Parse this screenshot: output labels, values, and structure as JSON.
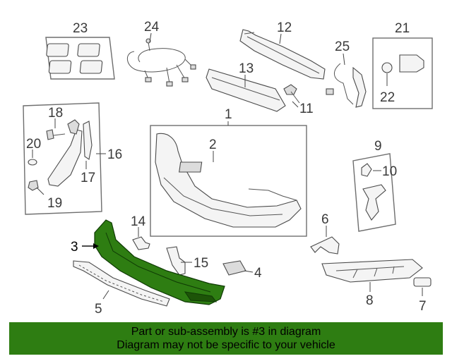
{
  "callouts": {
    "c1": "1",
    "c2": "2",
    "c3": "3",
    "c4": "4",
    "c5": "5",
    "c6": "6",
    "c7": "7",
    "c8": "8",
    "c9": "9",
    "c10": "10",
    "c11": "11",
    "c12": "12",
    "c13": "13",
    "c14": "14",
    "c15": "15",
    "c16": "16",
    "c17": "17",
    "c18": "18",
    "c19": "19",
    "c20": "20",
    "c21": "21",
    "c22": "22",
    "c23": "23",
    "c24": "24",
    "c25": "25"
  },
  "colors": {
    "highlight": "#2e7d12",
    "footer_bg": "#2e7d12"
  },
  "footer": {
    "line1": "Part or sub-assembly is #3 in diagram",
    "line2": "Diagram may not be specific to your vehicle"
  }
}
